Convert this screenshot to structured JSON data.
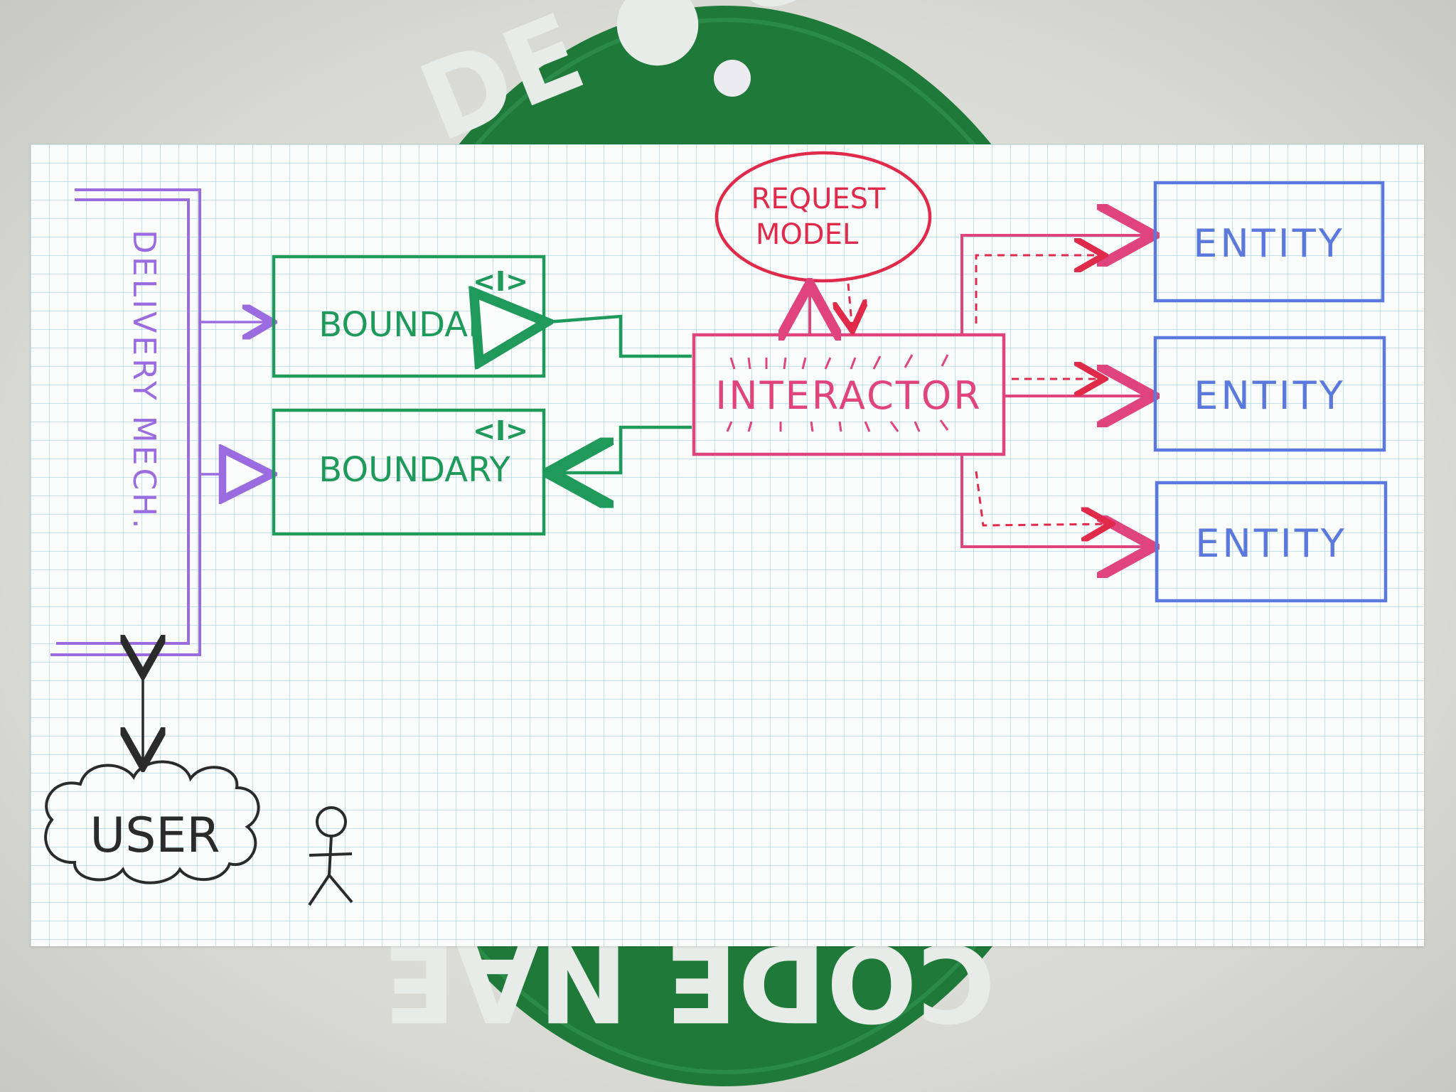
{
  "badge": {
    "top_text": "DE ● CL",
    "bottom_text": "CODE NAE"
  },
  "colors": {
    "delivery": "#9b6be0",
    "boundary": "#1f9a5a",
    "interactor": "#e0447c",
    "request_model": "#e02a4a",
    "entity": "#5b78dc",
    "user": "#2b2b2b",
    "badge_green": "#1f7a3a"
  },
  "diagram": {
    "delivery_label": "DELIVERY MECH.",
    "boundary_top": {
      "stereotype": "<I>",
      "label": "BOUNDARY"
    },
    "boundary_bottom": {
      "stereotype": "<I>",
      "label": "BOUNDARY"
    },
    "interactor_label": "INTERACTOR",
    "request_model_line1": "REQUEST",
    "request_model_line2": "MODEL",
    "entities": [
      "ENTITY",
      "ENTITY",
      "ENTITY"
    ],
    "user_label": "USER"
  }
}
